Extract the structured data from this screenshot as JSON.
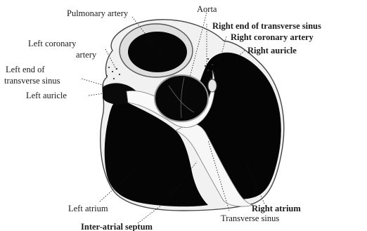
{
  "figure": {
    "labels": {
      "pulmonary_artery": "Pulmonary artery",
      "aorta": "Aorta",
      "right_end_transverse_sinus": "Right end of transverse sinus",
      "right_coronary_artery": "Right coronary artery",
      "right_auricle": "Right auricle",
      "left_coronary_artery_1": "Left coronary",
      "left_coronary_artery_2": "artery",
      "left_end_transverse_sinus_1": "Left end of",
      "left_end_transverse_sinus_2": "transverse sinus",
      "left_auricle": "Left auricle",
      "left_atrium": "Left atrium",
      "inter_atrial_septum": "Inter-atrial septum",
      "right_atrium": "Right atrium",
      "transverse_sinus": "Transverse sinus"
    }
  }
}
